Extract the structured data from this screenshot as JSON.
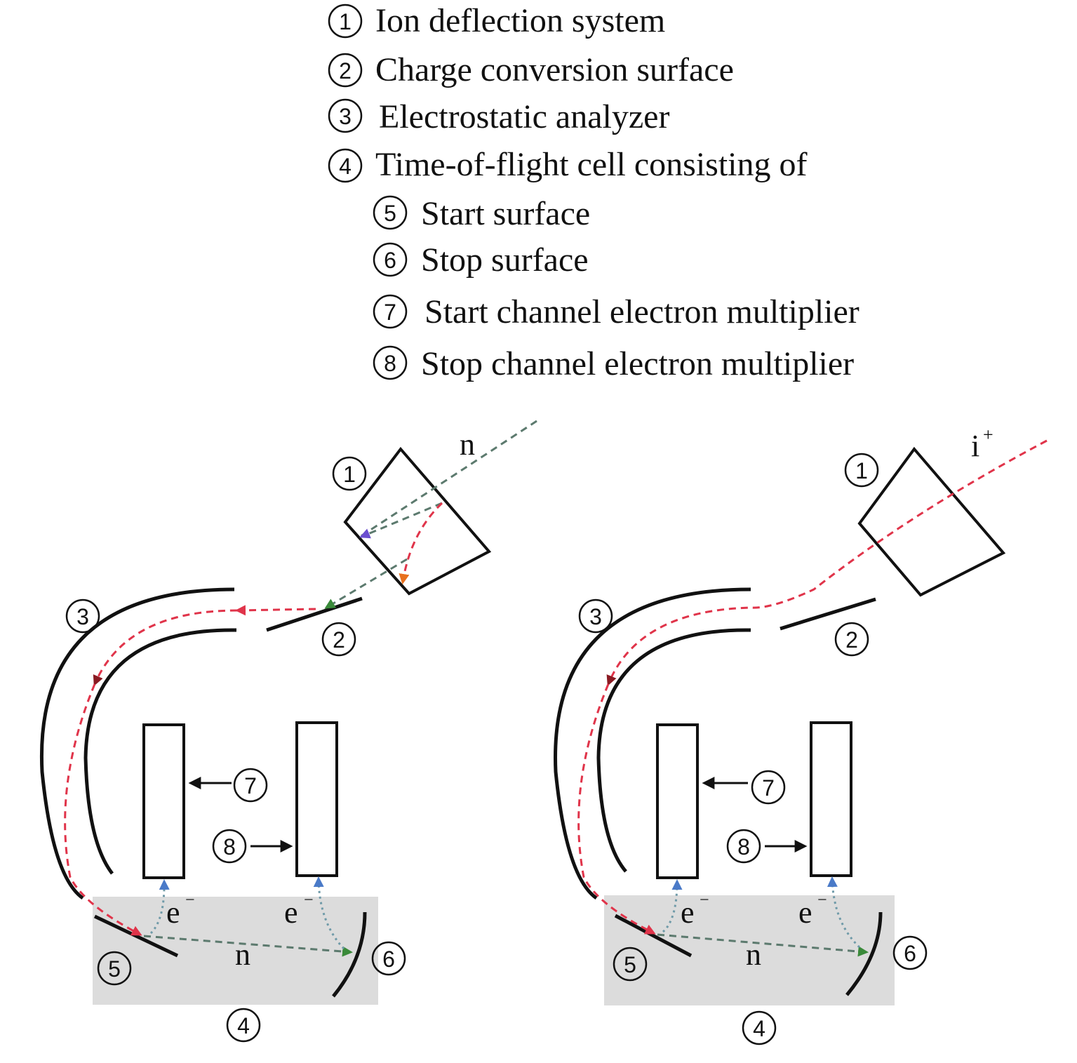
{
  "legend": [
    {
      "num": "1",
      "text": "Ion deflection system"
    },
    {
      "num": "2",
      "text": "Charge conversion surface"
    },
    {
      "num": "3",
      "text": "Electrostatic analyzer"
    },
    {
      "num": "4",
      "text": "Time-of-flight cell consisting of"
    },
    {
      "num": "5",
      "text": "Start surface"
    },
    {
      "num": "6",
      "text": "Stop surface"
    },
    {
      "num": "7",
      "text": "Start channel electron multiplier"
    },
    {
      "num": "8",
      "text": "Stop channel electron multiplier"
    }
  ],
  "left": {
    "particle": "n",
    "electron_label": "e",
    "electron_sup": "−",
    "flight_label": "n"
  },
  "right": {
    "particle": "i",
    "particle_sup": "+",
    "electron_label": "e",
    "electron_sup": "−",
    "flight_label": "n"
  },
  "markers": {
    "one": "1",
    "two": "2",
    "three": "3",
    "four": "4",
    "five": "5",
    "six": "6",
    "seven": "7",
    "eight": "8"
  },
  "colors": {
    "ion_path": "#e0344a",
    "neutral_path": "#5c7a6e",
    "electron_path": "#6f9aa8",
    "electron_arrow": "#4a7ac8",
    "start_arrow_neutral": "#3a8a3a",
    "deflect_arrow": "#6b4fd0",
    "orange_arrow": "#e8701e",
    "tof_fill": "#dcdcdc"
  }
}
